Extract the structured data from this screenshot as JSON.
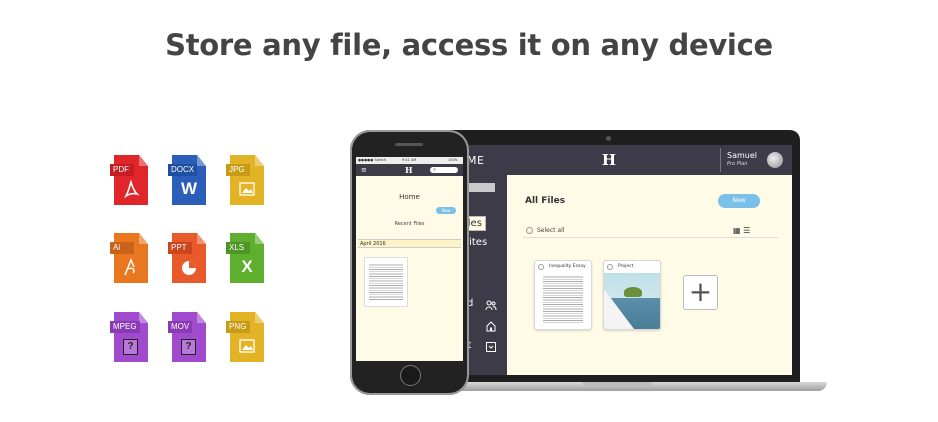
{
  "headline": "Store any file, access it on any device",
  "file_icons": [
    {
      "label": "PDF",
      "color": "#e0262a",
      "tag_color": "#c41d22",
      "glyph": "pdf-icon"
    },
    {
      "label": "DOCX",
      "color": "#2b5eb8",
      "tag_color": "#1f4f9f",
      "glyph": "word-icon",
      "glyph_text": "W"
    },
    {
      "label": "JPG",
      "color": "#e2b324",
      "tag_color": "#c89b16",
      "glyph": "image-icon"
    },
    {
      "label": "Ai",
      "color": "#e9771f",
      "tag_color": "#c9621a",
      "glyph": "illustrator-icon"
    },
    {
      "label": "PPT",
      "color": "#e85a2a",
      "tag_color": "#c9461e",
      "glyph": "chart-icon"
    },
    {
      "label": "XLS",
      "color": "#5faf2f",
      "tag_color": "#4d9626",
      "glyph": "excel-icon",
      "glyph_text": "X"
    },
    {
      "label": "MPEG",
      "color": "#a04bcd",
      "tag_color": "#8a3ab4",
      "glyph": "question-icon",
      "glyph_text": "?"
    },
    {
      "label": "MOV",
      "color": "#a04bcd",
      "tag_color": "#8a3ab4",
      "glyph": "question-icon",
      "glyph_text": "?"
    },
    {
      "label": "PNG",
      "color": "#e2b324",
      "tag_color": "#c89b16",
      "glyph": "image-icon"
    }
  ],
  "laptop": {
    "brand": "ME",
    "logo": "H",
    "user": {
      "name": "Samuel",
      "plan": "Pro Plan"
    },
    "sidebar_items": [
      {
        "label": "iles",
        "selected": true
      },
      {
        "label": "rites",
        "selected": false
      },
      {
        "label": "d",
        "selected": false
      },
      {
        "label": "nt",
        "selected": false
      }
    ],
    "main": {
      "title": "All Files",
      "new_button": "New",
      "select_all": "Select all",
      "cards": [
        {
          "title": "Inequality Essay",
          "kind": "document"
        },
        {
          "title": "Project",
          "kind": "photo"
        }
      ],
      "add_glyph": "+"
    }
  },
  "phone": {
    "status": {
      "carrier": "●●●●● Sketch",
      "time": "9:41 AM",
      "battery": "100%"
    },
    "logo": "H",
    "title": "Home",
    "new_button": "New",
    "section": "Recent Files",
    "month": "April 2016"
  },
  "colors": {
    "accent": "#7ac0e8",
    "nav": "#3d3b48",
    "screen_bg": "#fffbe6"
  }
}
